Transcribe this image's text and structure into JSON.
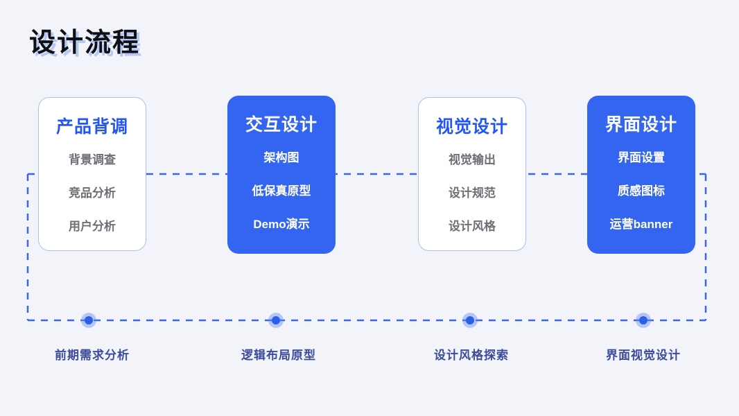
{
  "slide": {
    "title": "设计流程",
    "background_color": "#f2f4fa",
    "accent_color": "#3365f0",
    "dash_line_color": "#3b66ea",
    "title_shadow_color": "#b7c9f3"
  },
  "cards": [
    {
      "title": "产品背调",
      "style": "outline",
      "items": [
        "背景调查",
        "竞品分析",
        "用户分析"
      ]
    },
    {
      "title": "交互设计",
      "style": "solid",
      "items": [
        "架构图",
        "低保真原型",
        "Demo演示"
      ]
    },
    {
      "title": "视觉设计",
      "style": "outline",
      "items": [
        "视觉输出",
        "设计规范",
        "设计风格"
      ]
    },
    {
      "title": "界面设计",
      "style": "solid",
      "items": [
        "界面设置",
        "质感图标",
        "运营banner"
      ]
    }
  ],
  "timeline": {
    "milestones": [
      "前期需求分析",
      "逻辑布局原型",
      "设计风格探索",
      "界面视觉设计"
    ],
    "dot_color": "#2b5fe8",
    "label_color": "#3c4c9c"
  }
}
